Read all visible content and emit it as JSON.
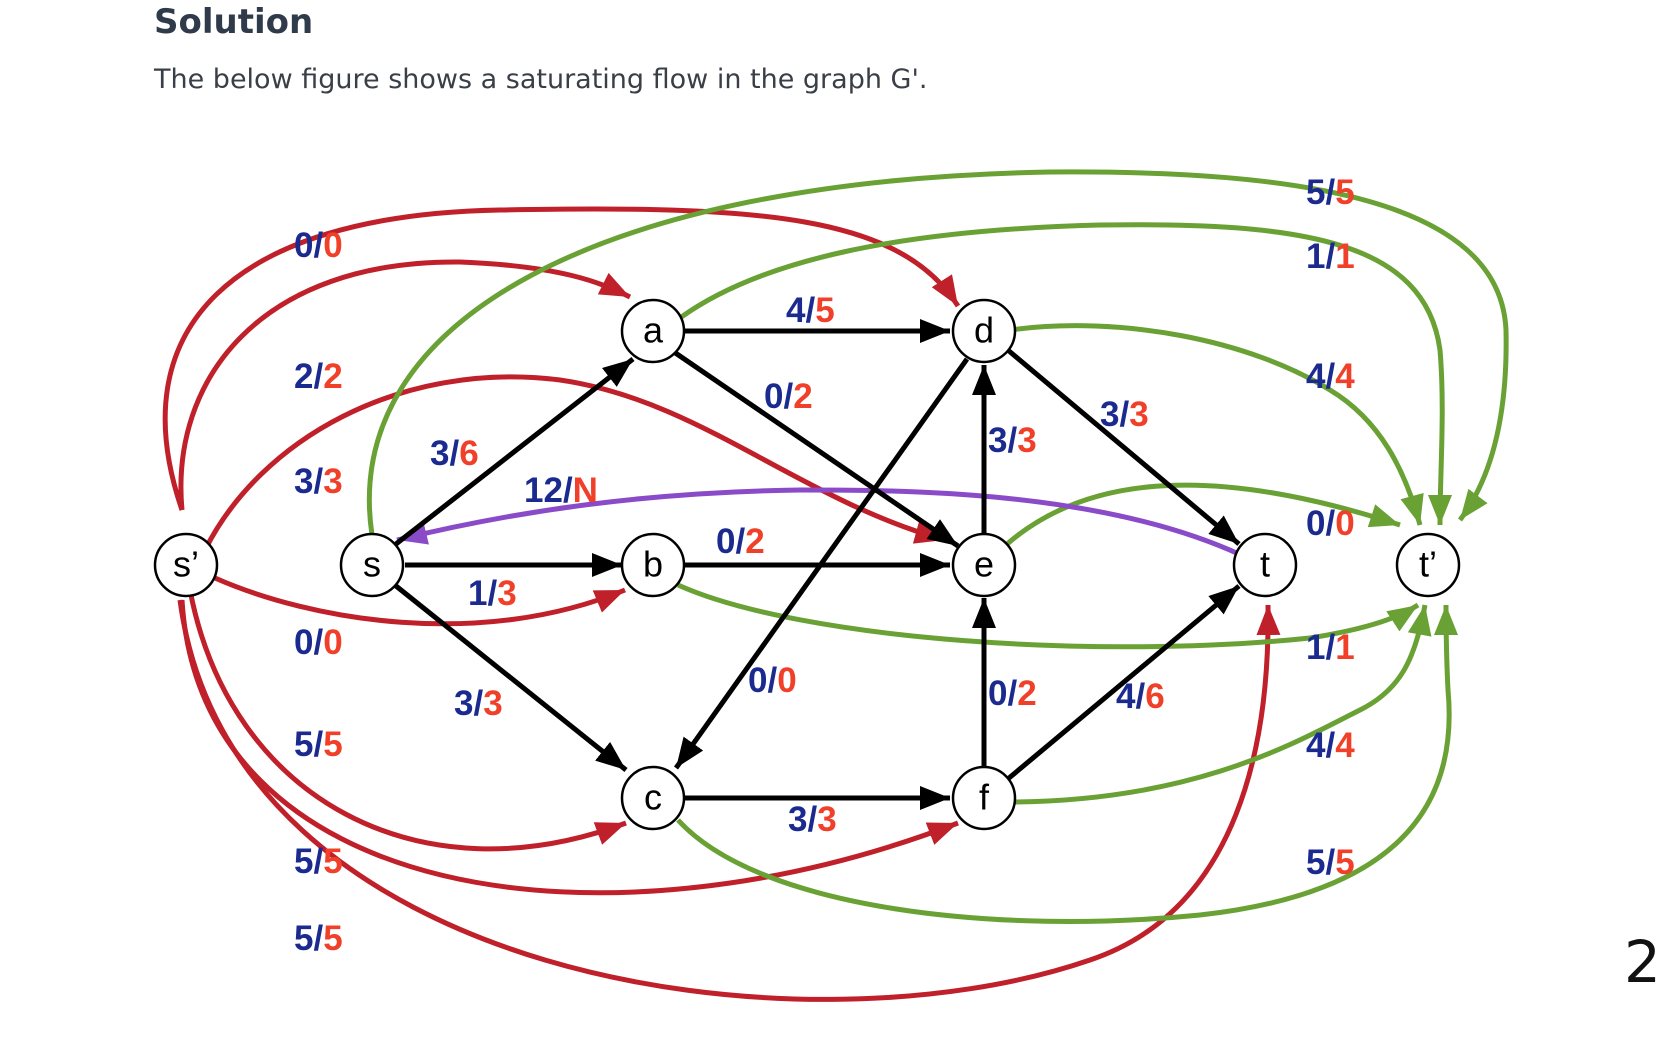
{
  "section": {
    "title": "Solution",
    "description": "The below figure shows a saturating flow in the graph G'."
  },
  "page_number": "2",
  "colors": {
    "black_edge": "#000000",
    "red_edge": "#c0202a",
    "green_edge": "#6aa135",
    "purple_edge": "#8a4bc8",
    "flow_label": "#1b2a8f",
    "capacity_label": "#f0402a"
  },
  "graph": {
    "nodes": [
      {
        "id": "s_prime",
        "label": "s’"
      },
      {
        "id": "s",
        "label": "s"
      },
      {
        "id": "a",
        "label": "a"
      },
      {
        "id": "b",
        "label": "b"
      },
      {
        "id": "c",
        "label": "c"
      },
      {
        "id": "d",
        "label": "d"
      },
      {
        "id": "e",
        "label": "e"
      },
      {
        "id": "f",
        "label": "f"
      },
      {
        "id": "t",
        "label": "t"
      },
      {
        "id": "t_prime",
        "label": "t’"
      }
    ],
    "edges": [
      {
        "id": "s_a",
        "from": "s",
        "to": "a",
        "color": "black",
        "flow": "3",
        "capacity": "6"
      },
      {
        "id": "s_b",
        "from": "s",
        "to": "b",
        "color": "black",
        "flow": "1",
        "capacity": "3"
      },
      {
        "id": "s_c",
        "from": "s",
        "to": "c",
        "color": "black",
        "flow": "3",
        "capacity": "3"
      },
      {
        "id": "a_d",
        "from": "a",
        "to": "d",
        "color": "black",
        "flow": "4",
        "capacity": "5"
      },
      {
        "id": "a_e",
        "from": "a",
        "to": "e",
        "color": "black",
        "flow": "0",
        "capacity": "2"
      },
      {
        "id": "b_e",
        "from": "b",
        "to": "e",
        "color": "black",
        "flow": "0",
        "capacity": "2"
      },
      {
        "id": "d_c",
        "from": "d",
        "to": "c",
        "color": "black",
        "flow": "0",
        "capacity": "0"
      },
      {
        "id": "e_d",
        "from": "e",
        "to": "d",
        "color": "black",
        "flow": "3",
        "capacity": "3"
      },
      {
        "id": "d_t",
        "from": "d",
        "to": "t",
        "color": "black",
        "flow": "3",
        "capacity": "3"
      },
      {
        "id": "c_f",
        "from": "c",
        "to": "f",
        "color": "black",
        "flow": "3",
        "capacity": "3"
      },
      {
        "id": "f_e",
        "from": "f",
        "to": "e",
        "color": "black",
        "flow": "0",
        "capacity": "2"
      },
      {
        "id": "f_t",
        "from": "f",
        "to": "t",
        "color": "black",
        "flow": "4",
        "capacity": "6"
      },
      {
        "id": "t_s",
        "from": "t",
        "to": "s",
        "color": "purple",
        "flow": "12",
        "capacity": "N"
      },
      {
        "id": "sp_d",
        "from": "s_prime",
        "to": "d",
        "color": "red",
        "flow": "0",
        "capacity": "0"
      },
      {
        "id": "sp_a",
        "from": "s_prime",
        "to": "a",
        "color": "red",
        "flow": "2",
        "capacity": "2"
      },
      {
        "id": "sp_e",
        "from": "s_prime",
        "to": "e",
        "color": "red",
        "flow": "3",
        "capacity": "3"
      },
      {
        "id": "sp_b",
        "from": "s_prime",
        "to": "b",
        "color": "red",
        "flow": "0",
        "capacity": "0"
      },
      {
        "id": "sp_c",
        "from": "s_prime",
        "to": "c",
        "color": "red",
        "flow": "5",
        "capacity": "5"
      },
      {
        "id": "sp_f",
        "from": "s_prime",
        "to": "f",
        "color": "red",
        "flow": "5",
        "capacity": "5"
      },
      {
        "id": "sp_t",
        "from": "s_prime",
        "to": "t",
        "color": "red",
        "flow": "5",
        "capacity": "5"
      },
      {
        "id": "s_tp",
        "from": "s",
        "to": "t_prime",
        "color": "green",
        "flow": "5",
        "capacity": "5"
      },
      {
        "id": "a_tp",
        "from": "a",
        "to": "t_prime",
        "color": "green",
        "flow": "1",
        "capacity": "1"
      },
      {
        "id": "d_tp",
        "from": "d",
        "to": "t_prime",
        "color": "green",
        "flow": "4",
        "capacity": "4"
      },
      {
        "id": "e_tp",
        "from": "e",
        "to": "t_prime",
        "color": "green",
        "flow": "0",
        "capacity": "0"
      },
      {
        "id": "b_tp",
        "from": "b",
        "to": "t_prime",
        "color": "green",
        "flow": "1",
        "capacity": "1"
      },
      {
        "id": "f_tp",
        "from": "f",
        "to": "t_prime",
        "color": "green",
        "flow": "4",
        "capacity": "4"
      },
      {
        "id": "c_tp",
        "from": "c",
        "to": "t_prime",
        "color": "green",
        "flow": "5",
        "capacity": "5"
      }
    ]
  }
}
